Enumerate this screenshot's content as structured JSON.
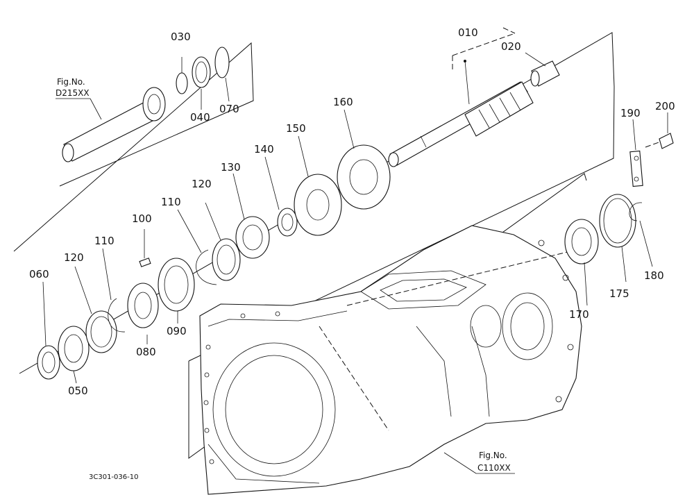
{
  "diagram": {
    "part_labels": [
      {
        "id": "p010",
        "text": "010"
      },
      {
        "id": "p020",
        "text": "020"
      },
      {
        "id": "p030",
        "text": "030"
      },
      {
        "id": "p040",
        "text": "040"
      },
      {
        "id": "p050",
        "text": "050"
      },
      {
        "id": "p060",
        "text": "060"
      },
      {
        "id": "p070",
        "text": "070"
      },
      {
        "id": "p080",
        "text": "080"
      },
      {
        "id": "p090",
        "text": "090"
      },
      {
        "id": "p100",
        "text": "100"
      },
      {
        "id": "p110a",
        "text": "110"
      },
      {
        "id": "p110b",
        "text": "110"
      },
      {
        "id": "p120a",
        "text": "120"
      },
      {
        "id": "p120b",
        "text": "120"
      },
      {
        "id": "p130",
        "text": "130"
      },
      {
        "id": "p140",
        "text": "140"
      },
      {
        "id": "p150",
        "text": "150"
      },
      {
        "id": "p160",
        "text": "160"
      },
      {
        "id": "p170",
        "text": "170"
      },
      {
        "id": "p175",
        "text": "175"
      },
      {
        "id": "p180",
        "text": "180"
      },
      {
        "id": "p190",
        "text": "190"
      },
      {
        "id": "p200",
        "text": "200"
      }
    ],
    "fig_refs": [
      {
        "line1": "Fig.No.",
        "line2": "D215XX"
      },
      {
        "line1": "Fig.No.",
        "line2": "C110XX"
      }
    ],
    "drawing_code": "3C301-036-10"
  }
}
